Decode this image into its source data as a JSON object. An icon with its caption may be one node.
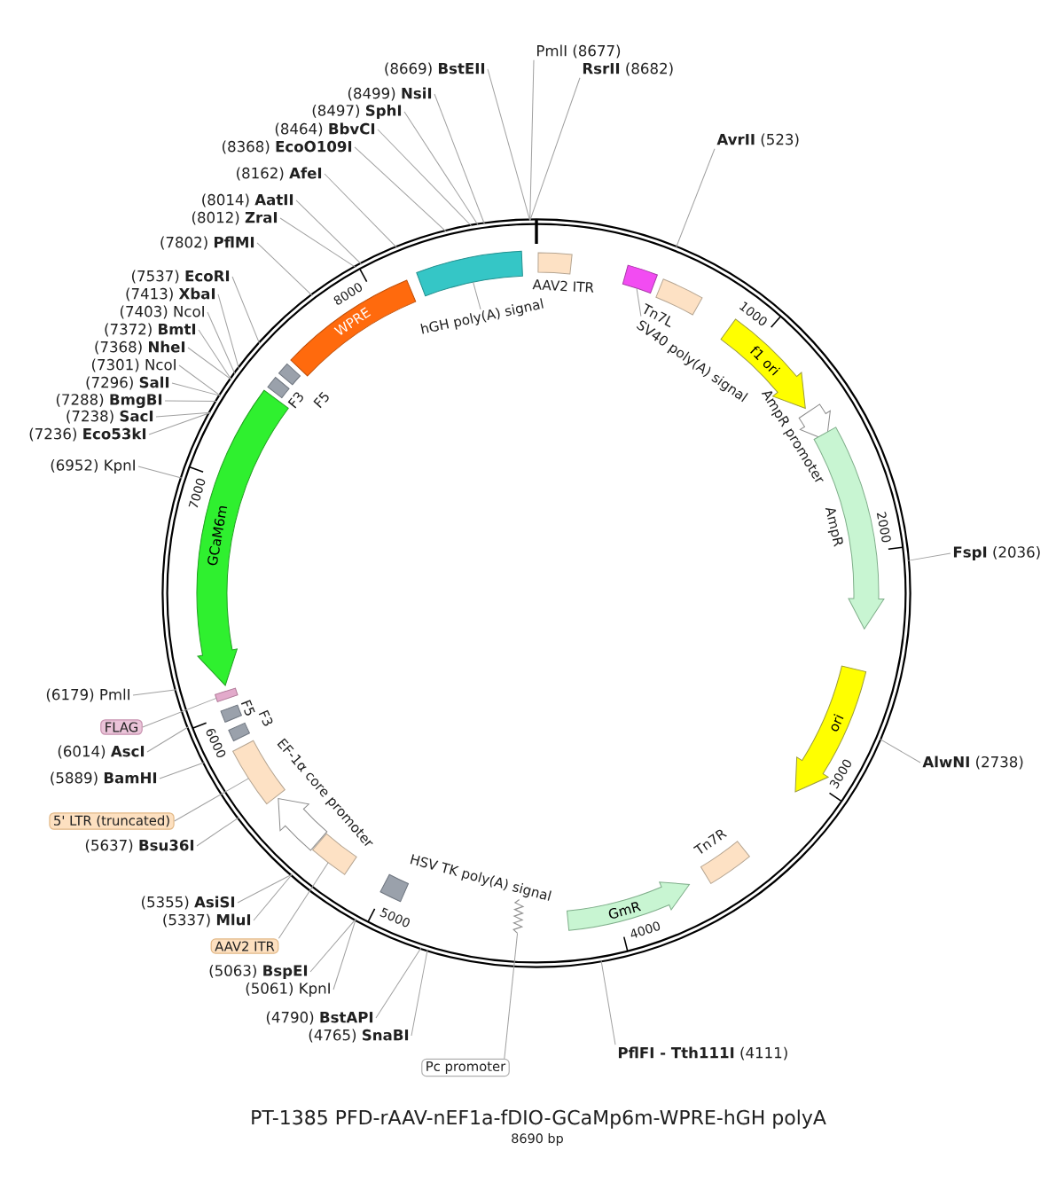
{
  "diagram": {
    "title": "PT-1385 PFD-rAAV-nEF1a-fDIO-GCaMp6m-WPRE-hGH polyA",
    "caption": "8690 bp",
    "nodes": [
      {
        "text": [],
        "shape": "circle"
      },
      {
        "text": [],
        "shape": "box",
        "beside": [
          "AAV2 ITR"
        ],
        "in": 0
      },
      {
        "text": [],
        "shape": "box",
        "in": 0
      },
      {
        "text": [
          "SV40 poly(A) signal"
        ],
        "in": 0
      },
      {
        "text": [],
        "shape": "box",
        "beside": [
          "Tn7L"
        ],
        "in": 0
      },
      {
        "text": [
          "f1 ori"
        ],
        "in": 0
      },
      {
        "text": [],
        "shape": "arrow",
        "beside": [
          "AmpR promoter"
        ],
        "in": 0
      },
      {
        "text": [],
        "shape": "arrow",
        "beside": [
          "AmpR"
        ],
        "in": 0
      },
      {
        "text": [
          "ori"
        ],
        "in": 0
      },
      {
        "text": [],
        "shape": "box",
        "beside": [
          "Tn7R"
        ],
        "in": 0
      },
      {
        "text": [
          "GmR"
        ],
        "in": 0
      },
      {
        "text": [],
        "shape": "picture",
        "in": 0
      },
      {
        "text": [],
        "shape": "box",
        "beside": [
          "HSV TK poly(A) signal"
        ],
        "in": 0
      },
      {
        "text": [],
        "shape": "box",
        "in": 0
      },
      {
        "text": [],
        "shape": "arrow",
        "beside": [
          "EF-1α core promoter"
        ],
        "in": 0
      },
      {
        "text": [],
        "shape": "box",
        "in": 0
      },
      {
        "text": [],
        "shape": "box",
        "beside": [
          "F3"
        ],
        "in": 0
      },
      {
        "text": [],
        "shape": "box",
        "beside": [
          "F5"
        ],
        "in": 0
      },
      {
        "text": [],
        "shape": "box",
        "in": 0
      },
      {
        "text": [
          "GCaM6m"
        ],
        "in": 0
      },
      {
        "text": [],
        "shape": "box",
        "beside": [
          "F3"
        ],
        "in": 0
      },
      {
        "text": [],
        "shape": "box",
        "beside": [
          "F5"
        ],
        "in": 0
      },
      {
        "text": [
          "WPRE"
        ],
        "in": 0
      },
      {
        "text": [],
        "shape": "box",
        "in": 0
      },
      {
        "text": [
          "hGH poly(A) signal"
        ],
        "in": 0
      },
      {
        "text": [
          "PmlI (8677)"
        ]
      },
      {
        "text": [
          "**RsrII** (8682)"
        ]
      },
      {
        "text": [
          "**AvrII** (523)"
        ]
      },
      {
        "text": [
          "**FspI** (2036)"
        ]
      },
      {
        "text": [
          "**AlwNI** (2738)"
        ]
      },
      {
        "text": [
          "**PflFI - Tth111I** (4111)"
        ]
      },
      {
        "text": [
          "Pc promoter"
        ]
      },
      {
        "text": [
          "(4765) **SnaBI**"
        ]
      },
      {
        "text": [
          "(4790) **BstAPI**"
        ]
      },
      {
        "text": [
          "(5061) KpnI"
        ]
      },
      {
        "text": [
          "(5063) **BspEI**"
        ]
      },
      {
        "text": [
          "AAV2 ITR"
        ]
      },
      {
        "text": [
          "(5337) **MluI**"
        ]
      },
      {
        "text": [
          "(5355) **AsiSI**"
        ]
      },
      {
        "text": [
          "(5637) **Bsu36I**"
        ]
      },
      {
        "text": [
          "5' LTR (truncated)"
        ]
      },
      {
        "text": [
          "(5889) **BamHI**"
        ]
      },
      {
        "text": [
          "(6014) **AscI**"
        ]
      },
      {
        "text": [
          "FLAG"
        ]
      },
      {
        "text": [
          "(6179) PmlI"
        ]
      },
      {
        "text": [
          "(6952) KpnI"
        ]
      },
      {
        "text": [
          "(7236) **Eco53kI**"
        ]
      },
      {
        "text": [
          "(7238) **SacI**"
        ]
      },
      {
        "text": [
          "(7288) **BmgBI**"
        ]
      },
      {
        "text": [
          "(7296) **SalI**"
        ]
      },
      {
        "text": [
          "(7301) NcoI"
        ]
      },
      {
        "text": [
          "(7368) **NheI**"
        ]
      },
      {
        "text": [
          "(7372) **BmtI**"
        ]
      },
      {
        "text": [
          "(7403) NcoI"
        ]
      },
      {
        "text": [
          "(7413) **XbaI**"
        ]
      },
      {
        "text": [
          "(7537) **EcoRI**"
        ]
      },
      {
        "text": [
          "(7802) **PflMI**"
        ]
      },
      {
        "text": [
          "(8012) **ZraI**"
        ]
      },
      {
        "text": [
          "(8014) **AatII**"
        ]
      },
      {
        "text": [
          "(8162) **AfeI**"
        ]
      },
      {
        "text": [
          "(8368) **EcoO109I**"
        ]
      },
      {
        "text": [
          "(8464) **BbvCI**"
        ]
      },
      {
        "text": [
          "(8497) **SphI**"
        ]
      },
      {
        "text": [
          "(8499) **NsiI**"
        ]
      },
      {
        "text": [
          "(8669) **BstEII**"
        ]
      }
    ],
    "edges": [
      {
        "from": 3,
        "to": 2,
        "arrow": "none"
      },
      {
        "from": 24,
        "to": 23,
        "arrow": "none"
      },
      {
        "from": 25,
        "to": 0,
        "arrow": "none"
      },
      {
        "from": 26,
        "to": 0,
        "arrow": "none"
      },
      {
        "from": 27,
        "to": 0,
        "arrow": "none"
      },
      {
        "from": 28,
        "to": 0,
        "arrow": "none"
      },
      {
        "from": 29,
        "to": 0,
        "arrow": "none"
      },
      {
        "from": 30,
        "to": 0,
        "arrow": "none"
      },
      {
        "from": 31,
        "to": 11,
        "arrow": "none"
      },
      {
        "from": 32,
        "to": 0,
        "arrow": "none"
      },
      {
        "from": 33,
        "to": 0,
        "arrow": "none"
      },
      {
        "from": 34,
        "to": 0,
        "arrow": "none"
      },
      {
        "from": 35,
        "to": 0,
        "arrow": "none"
      },
      {
        "from": 36,
        "to": 13,
        "arrow": "none"
      },
      {
        "from": 37,
        "to": 0,
        "arrow": "none"
      },
      {
        "from": 38,
        "to": 0,
        "arrow": "none"
      },
      {
        "from": 39,
        "to": 0,
        "arrow": "none"
      },
      {
        "from": 40,
        "to": 15,
        "arrow": "none"
      },
      {
        "from": 41,
        "to": 0,
        "arrow": "none"
      },
      {
        "from": 42,
        "to": 0,
        "arrow": "none"
      },
      {
        "from": 43,
        "to": 18,
        "arrow": "none"
      },
      {
        "from": 44,
        "to": 0,
        "arrow": "none"
      },
      {
        "from": 45,
        "to": 0,
        "arrow": "none"
      },
      {
        "from": 46,
        "to": 0,
        "arrow": "none"
      },
      {
        "from": 47,
        "to": 0,
        "arrow": "none"
      },
      {
        "from": 48,
        "to": 0,
        "arrow": "none"
      },
      {
        "from": 49,
        "to": 0,
        "arrow": "none"
      },
      {
        "from": 50,
        "to": 0,
        "arrow": "none"
      },
      {
        "from": 51,
        "to": 0,
        "arrow": "none"
      },
      {
        "from": 52,
        "to": 0,
        "arrow": "none"
      },
      {
        "from": 53,
        "to": 0,
        "arrow": "none"
      },
      {
        "from": 54,
        "to": 0,
        "arrow": "none"
      },
      {
        "from": 55,
        "to": 0,
        "arrow": "none"
      },
      {
        "from": 56,
        "to": 0,
        "arrow": "none"
      },
      {
        "from": 57,
        "to": 0,
        "arrow": "none"
      },
      {
        "from": 58,
        "to": 0,
        "arrow": "none"
      },
      {
        "from": 59,
        "to": 0,
        "arrow": "none"
      },
      {
        "from": 60,
        "to": 0,
        "arrow": "none"
      },
      {
        "from": 61,
        "to": 0,
        "arrow": "none"
      },
      {
        "from": 62,
        "to": 0,
        "arrow": "none"
      },
      {
        "from": 63,
        "to": 0,
        "arrow": "none"
      },
      {
        "from": 64,
        "to": 0,
        "arrow": "none"
      }
    ],
    "labels": [
      "1000",
      "2000",
      "3000",
      "4000",
      "5000",
      "6000",
      "7000",
      "8000"
    ]
  }
}
